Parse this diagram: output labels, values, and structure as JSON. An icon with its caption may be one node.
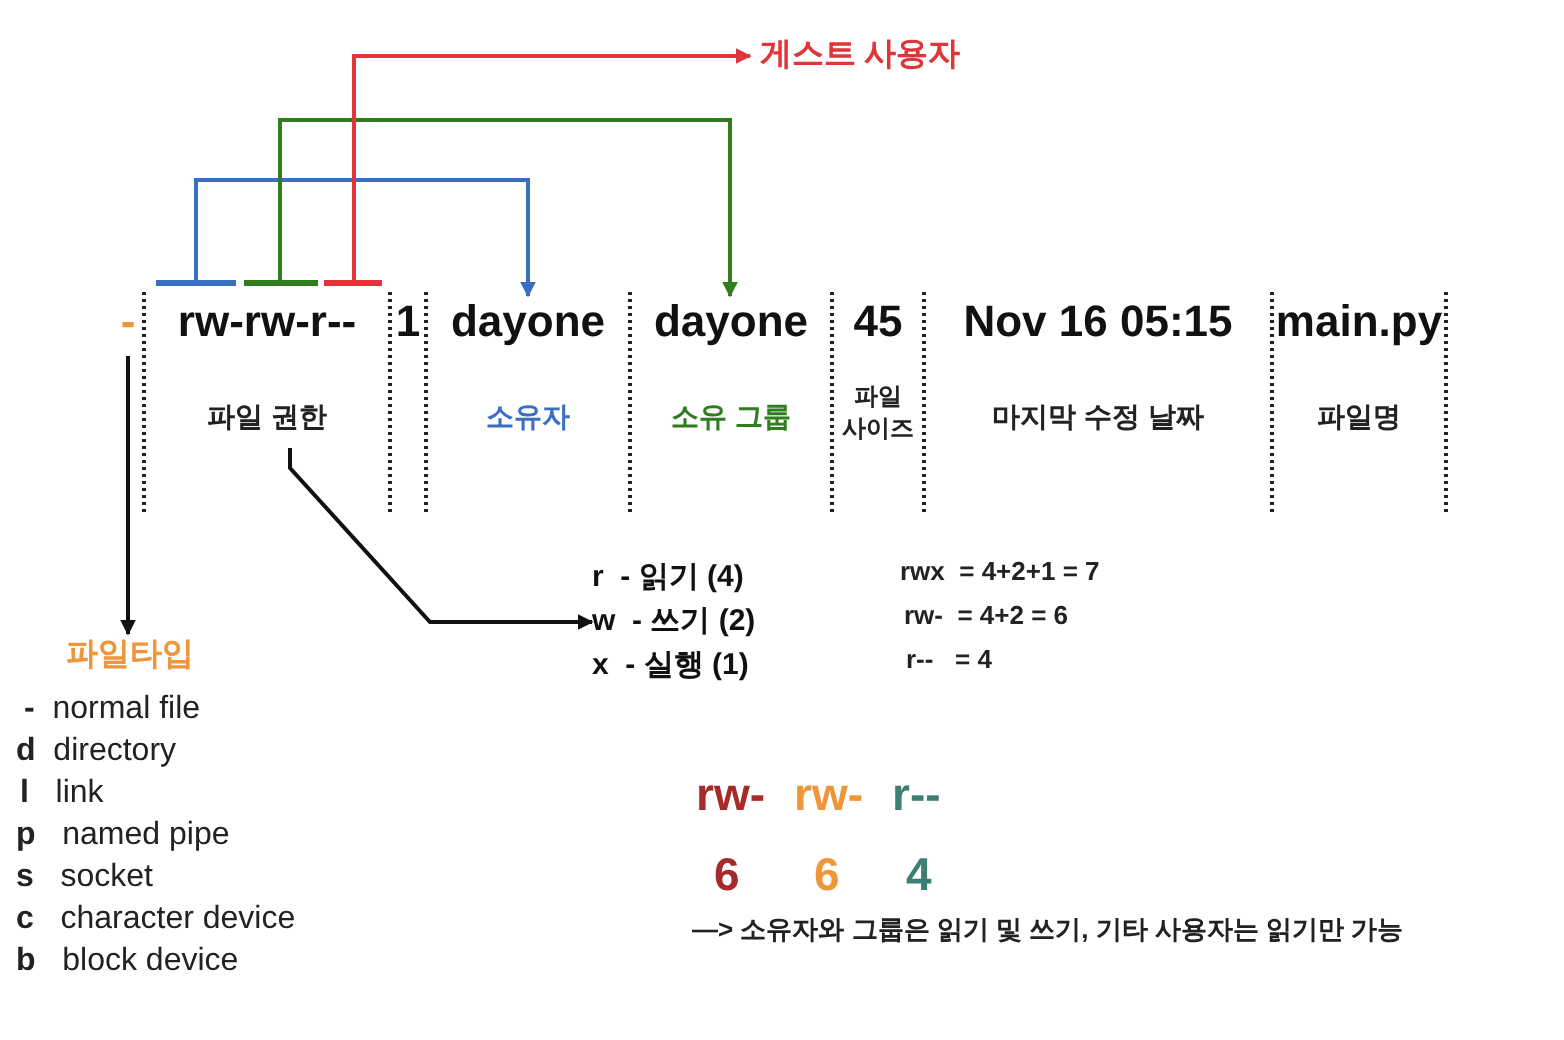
{
  "diagram": {
    "nodes": [
      {
        "text": [
          "-"
        ]
      },
      {
        "text": [
          "rw-rw-r--",
          "파일 권한"
        ]
      },
      {
        "text": [],
        "shape": "bar",
        "in": 1
      },
      {
        "text": [],
        "shape": "bar",
        "in": 1
      },
      {
        "text": [],
        "shape": "bar",
        "in": 1
      },
      {
        "text": [
          "1"
        ]
      },
      {
        "text": [
          "dayone",
          "소유자"
        ]
      },
      {
        "text": [
          "dayone",
          "소유 그룹"
        ]
      },
      {
        "text": [
          "45",
          "파일 사이즈"
        ]
      },
      {
        "text": [
          "Nov 16 05:15",
          "마지막 수정 날짜"
        ]
      },
      {
        "text": [
          "main.py",
          "파일명"
        ]
      },
      {
        "text": [
          "게스트 사용자"
        ]
      },
      {
        "text": [
          "파일타입"
        ]
      },
      {
        "text": [
          "r  - 읽기 (4)",
          "w  - 쓰기 (2)",
          "x  - 실행 (1)"
        ]
      }
    ],
    "edges": [
      {
        "from": 2,
        "to": 6,
        "arrow": "to",
        "color": "#3b6fc1"
      },
      {
        "from": 3,
        "to": 7,
        "arrow": "to",
        "color": "#2f7d1f"
      },
      {
        "from": 4,
        "to": 11,
        "arrow": "to",
        "color": "#e0363a"
      },
      {
        "from": 0,
        "to": 12,
        "arrow": "to"
      },
      {
        "from": 1,
        "to": 13,
        "arrow": "to"
      }
    ],
    "labels": [
      "rwx  = 4+2+1 = 7",
      "rw-  = 4+2 = 6",
      "r--   = 4",
      "**-**  normal file",
      "**d**  directory",
      "**l**   link",
      "**p**   named pipe",
      "**s**   socket",
      "**c**   character device",
      "**b**   block device",
      "rw-",
      "rw-",
      "r--",
      "6",
      "6",
      "4",
      "—> 소유자와 그룹은 읽기 및 쓰기, 기타 사용자는 읽기만 가능"
    ]
  }
}
